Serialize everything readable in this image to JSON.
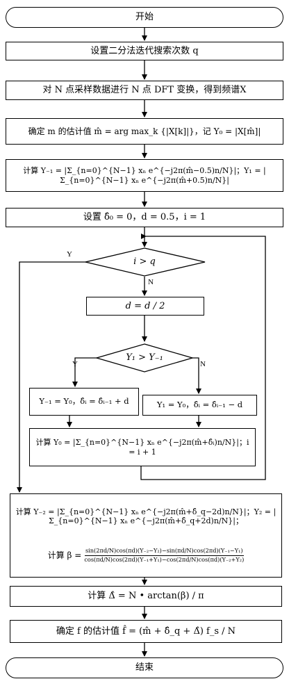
{
  "flowchart": {
    "start": "开始",
    "end": "结束",
    "step1": "设置二分法迭代搜索次数 q",
    "step2": "对 N 点采样数据进行 N 点 DFT 变换，得到频谱X",
    "step3": "确定 m 的估计值 m̂ = arg max_k {|X[k]|}，记 Y₀ = |X[m̂]|",
    "step4": "计算 Y₋₁ = |Σ_{n=0}^{N−1} xₙ e^{−j2π(m̂−0.5)n/N}|；Y₁ = |Σ_{n=0}^{N−1} xₙ e^{−j2π(m̂+0.5)n/N}|",
    "step5": "设置 δ̂₀ = 0，d = 0.5，i = 1",
    "decision1": "i > q",
    "step6": "d = d / 2",
    "decision2": "Y₁ > Y₋₁",
    "step7_left": "Y₋₁ = Y₀，δ̂ᵢ = δ̂ᵢ₋₁ + d",
    "step7_right": "Y₁ = Y₀，δ̂ᵢ = δ̂ᵢ₋₁ − d",
    "step8": "计算 Y₀ = |Σ_{n=0}^{N−1} xₙ e^{−j2π(m̂+δ̂ᵢ)n/N}|；i = i + 1",
    "step9a": "计算 Y₋₂ = |Σ_{n=0}^{N−1} xₙ e^{−j2π(m̂+δ̂_q−2d)n/N}|；Y₂ = |Σ_{n=0}^{N−1} xₙ e^{−j2π(m̂+δ̂_q+2d)n/N}|；",
    "step9b_prefix": "计算 β =",
    "step9b_num": "sin(2πd/N)cos(πd)(Y₋₂−Y₂)−sin(πd/N)cos(2πd)(Y₋₁−Y₁)",
    "step9b_den": "cos(πd/N)cos(2πd)(Y₋₁+Y₁)−cos(2πd/N)cos(πd)(Y₋₂+Y₂)",
    "step10": "计算 Δ̂ = N • arctan(β) / π",
    "step11": "确定 f 的估计值 f̂ = (m̂ + δ̂_q + Δ̂) f_s / N",
    "label_yes": "Y",
    "label_no": "N"
  }
}
